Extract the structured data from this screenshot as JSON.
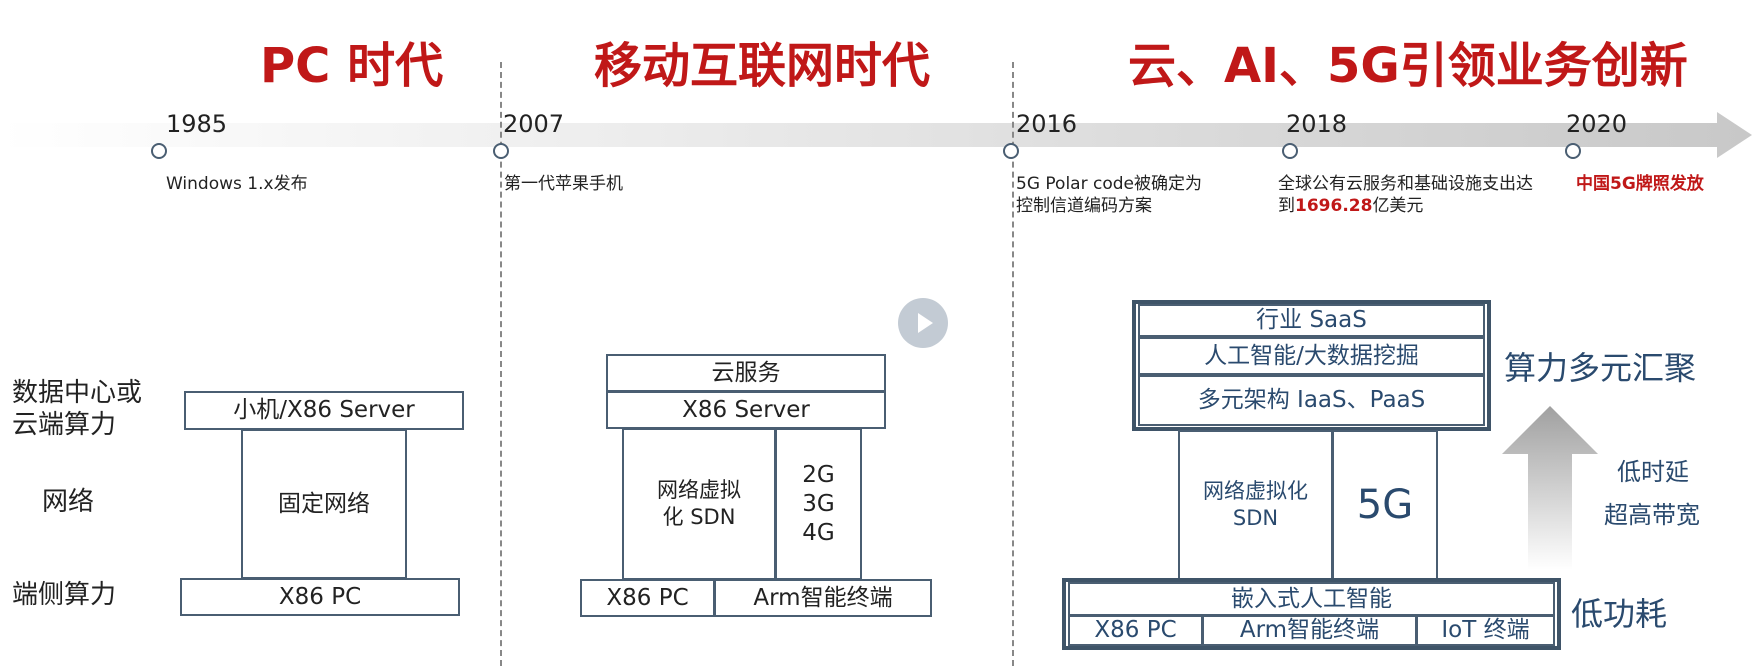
{
  "eras": [
    {
      "title": "PC 时代"
    },
    {
      "title": "移动互联网时代"
    },
    {
      "title": "云、AI、5G引领业务创新"
    }
  ],
  "timeline": [
    {
      "year": "1985",
      "note": "Windows 1.x发布"
    },
    {
      "year": "2007",
      "note": "第一代苹果手机"
    },
    {
      "year": "2016",
      "note": "5G Polar code被确定为控制信道编码方案"
    },
    {
      "year": "2018",
      "note_pre": "全球公有云服务和基础设施支出达到",
      "note_value": "1696.28",
      "note_post": "亿美元"
    },
    {
      "year": "2020",
      "note": "中国5G牌照发放"
    }
  ],
  "row_labels": {
    "datacenter": "数据中心或云端算力",
    "network": "网络",
    "edge": "端侧算力"
  },
  "pc_era": {
    "server": "小机/X86 Server",
    "network": "固定网络",
    "client": "X86 PC"
  },
  "mobile_era": {
    "cloud": "云服务",
    "server": "X86 Server",
    "netvirt": "网络虚拟化 SDN",
    "cellular": [
      "2G",
      "3G",
      "4G"
    ],
    "client_pc": "X86 PC",
    "client_arm": "Arm智能终端"
  },
  "cloud_era": {
    "saas": "行业 SaaS",
    "ai": "人工智能/大数据挖掘",
    "iaas": "多元架构 IaaS、PaaS",
    "netvirt": "网络虚拟化 SDN",
    "fiveg": "5G",
    "embedded_ai": "嵌入式人工智能",
    "client_pc": "X86 PC",
    "client_arm": "Arm智能终端",
    "client_iot": "IoT 终端",
    "compute_label": "算力多元汇聚",
    "latency": "低时延",
    "bandwidth": "超高带宽",
    "power": "低功耗"
  },
  "colors": {
    "accent_red": "#c01818",
    "box_border": "#4a5e72",
    "frame": "#3f5468",
    "label_blue": "#2a4a6e"
  }
}
